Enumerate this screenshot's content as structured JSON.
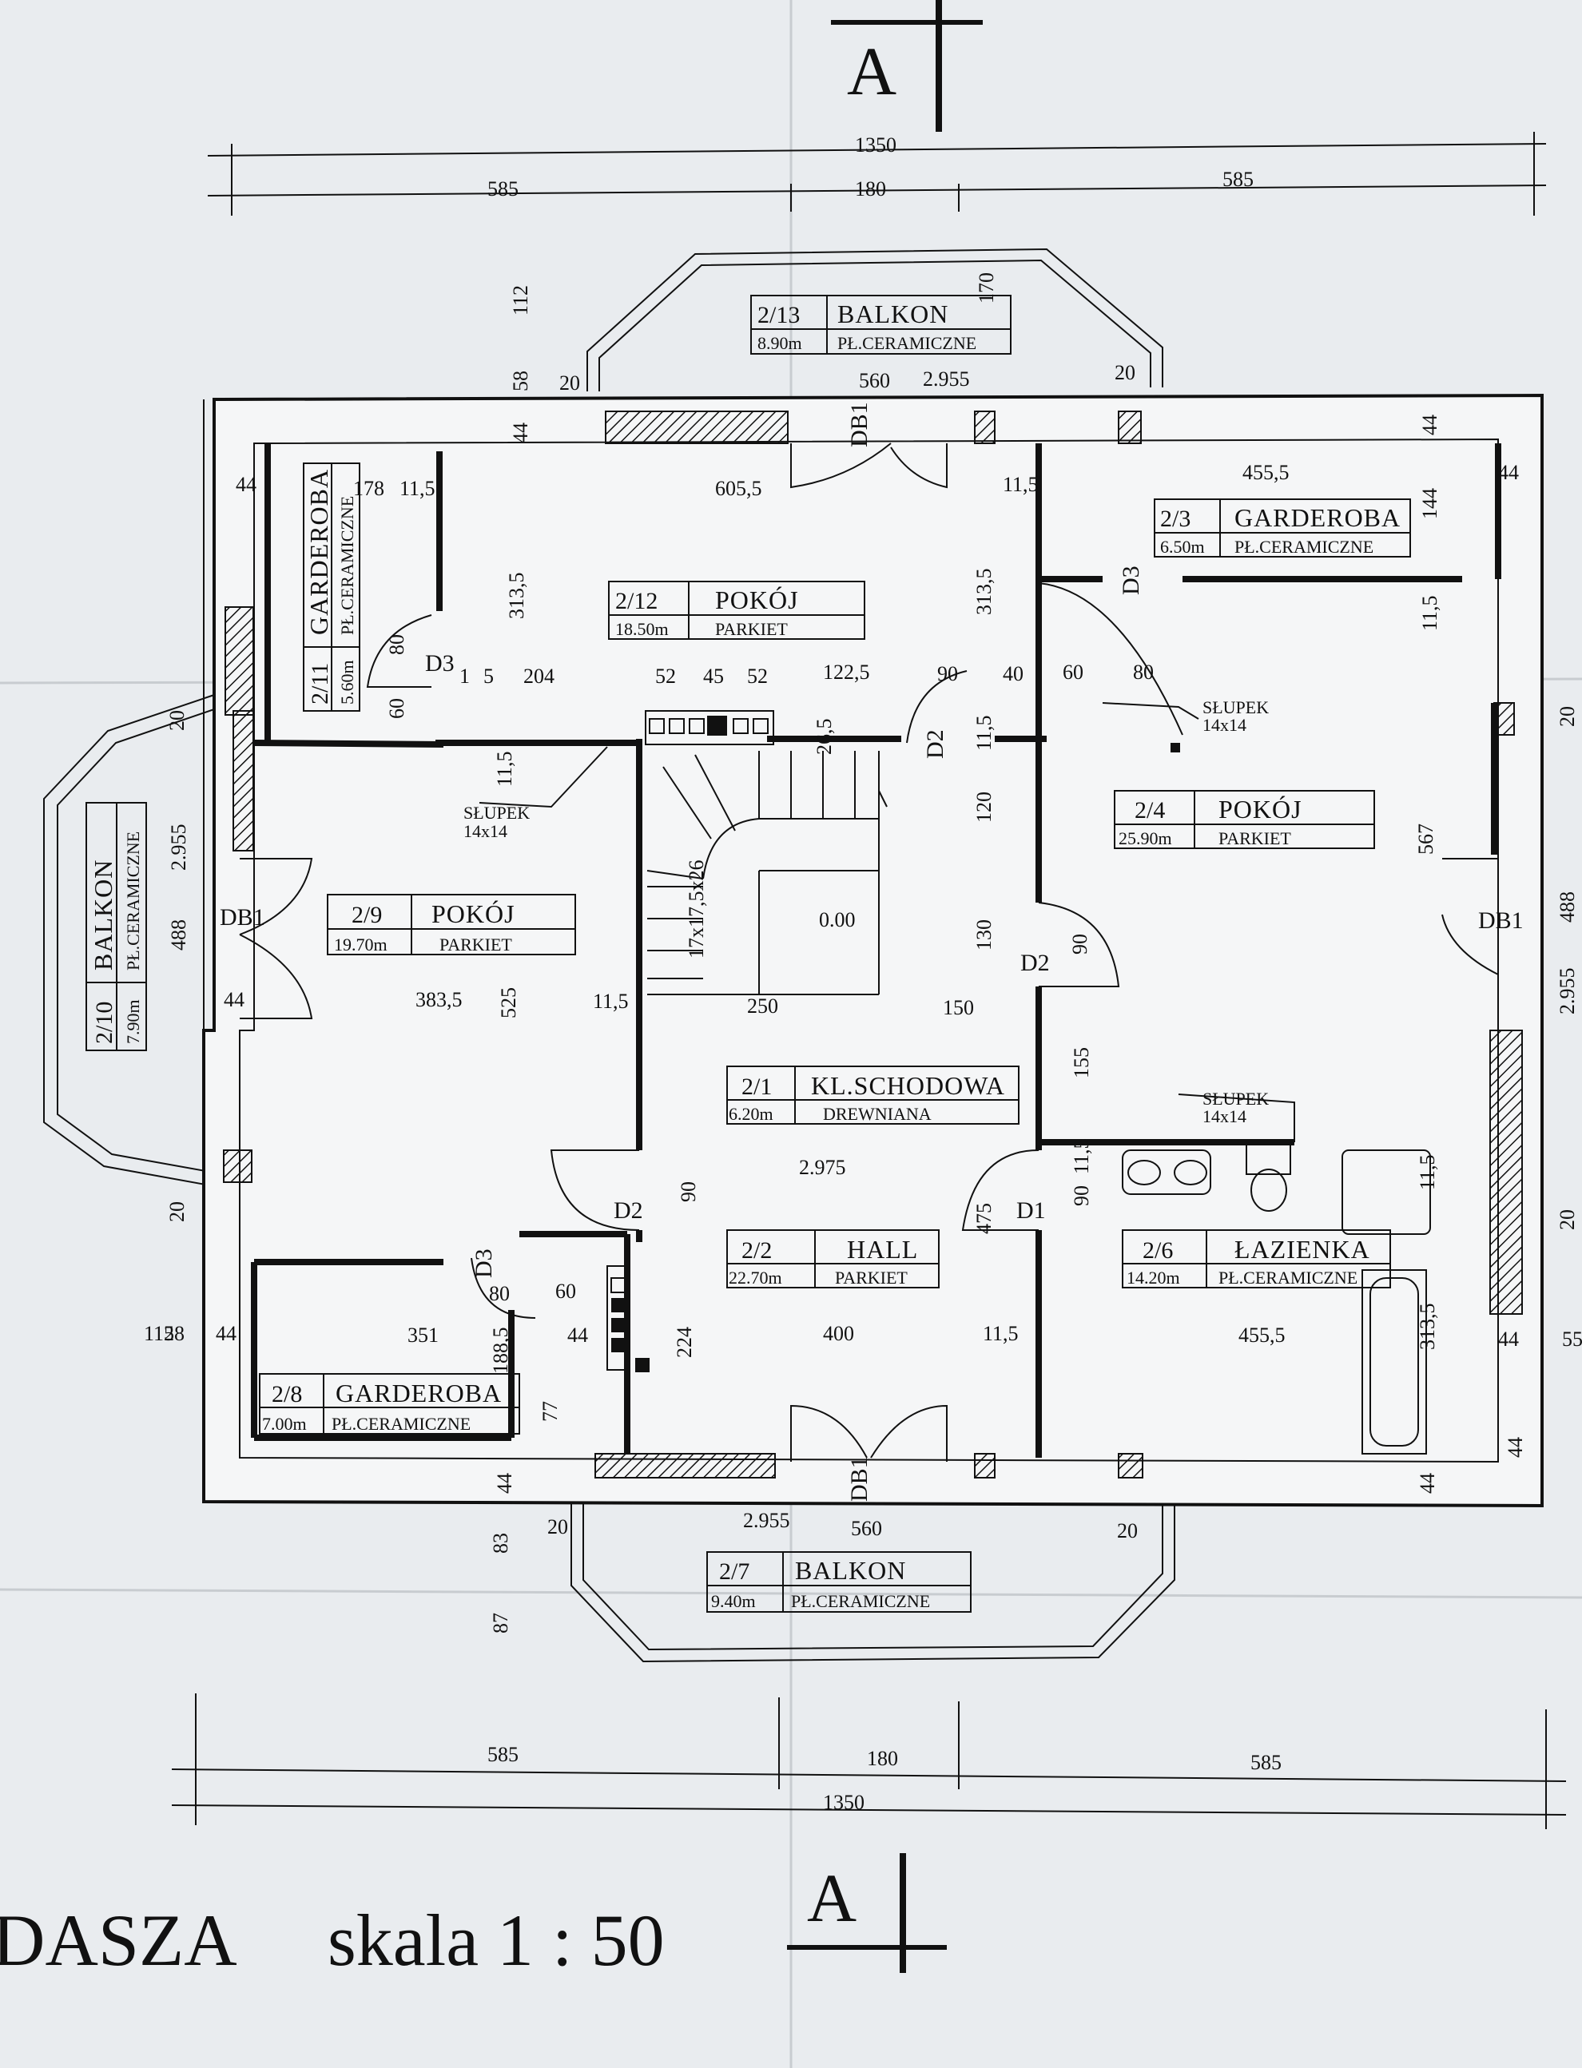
{
  "section": {
    "top": "A",
    "bottom": "A"
  },
  "footer": {
    "title": "DASZA",
    "scale": "skala 1 : 50"
  },
  "dimensions": {
    "top_total": "1350",
    "top_left": "585",
    "top_mid": "180",
    "top_right": "585",
    "bottom_total": "1350",
    "bottom_left": "585",
    "bottom_mid": "180",
    "bottom_right": "585",
    "d_112": "112",
    "d_58": "58",
    "d_44": "44",
    "d_20": "20",
    "d_170": "170",
    "d_560": "560",
    "d_2955": "2.955",
    "d_6055": "605,5",
    "d_178": "178",
    "d_115": "11,5",
    "d_3135": "313,5",
    "d_4555": "455,5",
    "d_144": "144",
    "d_204": "204",
    "d_52": "52",
    "d_45": "45",
    "d_1225": "122,5",
    "d_90": "90",
    "d_40": "40",
    "d_60": "60",
    "d_80": "80",
    "d_1": "1",
    "d_5": "5",
    "d_120": "120",
    "d_130": "130",
    "d_567": "567",
    "d_488": "488",
    "d_3835": "383,5",
    "d_525": "525",
    "d_250": "250",
    "d_150": "150",
    "d_155": "155",
    "d_475": "475",
    "d_351": "351",
    "d_400": "400",
    "d_1885": "188,5",
    "d_77": "77",
    "d_224": "224",
    "d_83": "83",
    "d_87": "87",
    "d_555": "55",
    "d_265": "26,5",
    "d_stairs": "17x17,5x26",
    "d_000": "0.00",
    "d_2975": "2.975"
  },
  "labels": {
    "db1": "DB1",
    "d1": "D1",
    "d2": "D2",
    "d3": "D3",
    "slupek": "SŁUPEK",
    "slupek_size": "14x14"
  },
  "rooms": {
    "r213": {
      "num": "2/13",
      "name": "BALKON",
      "area": "8.90m",
      "floor": "PŁ.CERAMICZNE"
    },
    "r212": {
      "num": "2/12",
      "name": "POKÓJ",
      "area": "18.50m",
      "floor": "PARKIET"
    },
    "r23": {
      "num": "2/3",
      "name": "GARDEROBA",
      "area": "6.50m",
      "floor": "PŁ.CERAMICZNE"
    },
    "r211": {
      "num": "2/11",
      "name": "GARDEROBA",
      "area": "5.60m",
      "floor": "PŁ.CERAMICZNE"
    },
    "r24": {
      "num": "2/4",
      "name": "POKÓJ",
      "area": "25.90m",
      "floor": "PARKIET"
    },
    "r210": {
      "num": "2/10",
      "name": "BALKON",
      "area": "7.90m",
      "floor": "PŁ.CERAMICZNE"
    },
    "r29": {
      "num": "2/9",
      "name": "POKÓJ",
      "area": "19.70m",
      "floor": "PARKIET"
    },
    "r21": {
      "num": "2/1",
      "name": "KL.SCHODOWA",
      "area": "6.20m",
      "floor": "DREWNIANA"
    },
    "r22": {
      "num": "2/2",
      "name": "HALL",
      "area": "22.70m",
      "floor": "PARKIET"
    },
    "r26": {
      "num": "2/6",
      "name": "ŁAZIENKA",
      "area": "14.20m",
      "floor": "PŁ.CERAMICZNE"
    },
    "r28": {
      "num": "2/8",
      "name": "GARDEROBA",
      "area": "7.00m",
      "floor": "PŁ.CERAMICZNE"
    },
    "r27": {
      "num": "2/7",
      "name": "BALKON",
      "area": "9.40m",
      "floor": "PŁ.CERAMICZNE"
    }
  }
}
